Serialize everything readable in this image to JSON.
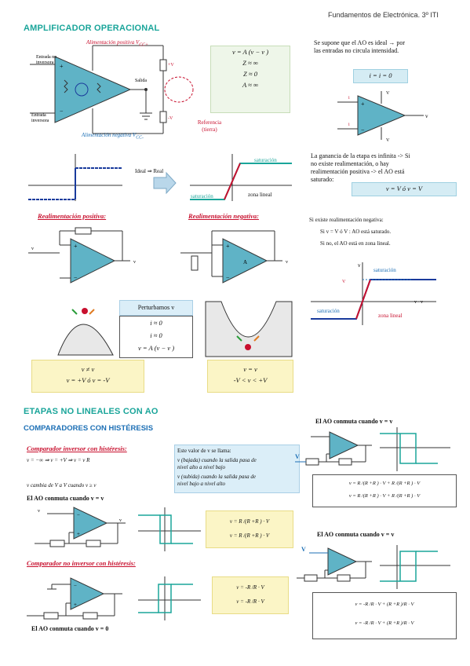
{
  "header": {
    "course": "Fundamentos de Electrónica. 3º ITI"
  },
  "section1": {
    "title": "AMPLIFICADOR OPERACIONAL",
    "opamp_labels": {
      "pos_supply": "Alimentación positiva V",
      "pos_supply_sub": "CC+",
      "neg_supply": "Alimentación negativa V",
      "neg_supply_sub": "CC-",
      "in_plus": "Entrada no inversora",
      "in_minus": "Entrada inversora",
      "output": "Salida",
      "reference": "Referencia (tierra)",
      "zin": "Z",
      "zout": "Z",
      "gain": "A",
      "vplus": "v",
      "vminus": "v",
      "vo": "v"
    },
    "ideal_eqs": [
      "v  = A  (v  − v )",
      "Z    ≈ ∞",
      "Z     ≈ 0",
      "A  ≈ ∞"
    ],
    "ideal_text": [
      "Se supone que el AO es ideal → por",
      "las entradas no circula intensidad."
    ],
    "ideal_currents": "i  = i  = 0",
    "gain_text": [
      "La ganancia de la etapa es infinita -> Si",
      "no existe realimentación, o hay",
      "realimentación positiva -> el AO está",
      "saturado:"
    ],
    "saturation_eq": "v  = V      ó  v  = V",
    "ideal_real_label": "Ideal ⇒ Real",
    "saturation_label": "saturación",
    "linear_label": "zona lineal",
    "pos_feedback": "Realimentación positiva:",
    "neg_feedback": "Realimentación negativa:",
    "neg_fb_text": [
      "Si existe realimentación negativa:",
      "Si v  = V    ó V    : AO está saturado.",
      "Si no, el AO está en zona lineal."
    ],
    "perturb_title": "Perturbamos v",
    "perturb_eqs": [
      "i ≈ 0",
      "i ≈ 0",
      "v     = A (v  − v )"
    ],
    "left_cond": [
      "v  ≠ v",
      "v     = +V    ó v     = -V"
    ],
    "right_cond": [
      "v  = v",
      "-V    < v     < +V"
    ],
    "graph_labels": {
      "vo": "v",
      "vcc_plus": "V",
      "vcc_minus": "V",
      "axis_x": "v  - v",
      "zona_lineal": "zona lineal",
      "vminus_vplus": "v  - v"
    }
  },
  "section2": {
    "title": "ETAPAS NO LINEALES CON AO",
    "subtitle": "COMPARADORES CON HISTÉRESIS",
    "inv_title": "Comparador inversor con histéresis:",
    "inv_eq1": "v  = −∞ ⇒ v  = +V    ⇒ v  = v      R",
    "inv_eq2": "v  cambia de V    a V    cuando v  ≥ v",
    "inv_switch": "El AO conmuta cuando v  = v",
    "noninv_title": "Comparador no inversor con histéresis:",
    "noninv_switch": "El AO conmuta cuando v  = 0",
    "threshold_note": [
      "Este valor de v  se llama:",
      "v  (bajada) cuando la salida pasa de",
      "nivel alto a nivel bajo",
      "v  (subida) cuando la salida pasa de",
      "nivel bajo a nivel alto"
    ],
    "inv_thresholds": [
      "v  = R /(R +R ) · V",
      "v  = R /(R +R ) · V"
    ],
    "noninv_thresholds": [
      "v  = -R /R  · V",
      "v  = -R /R  · V"
    ],
    "right_top_switch": "El AO conmuta cuando v  = v",
    "right_top_eqs": [
      "v  = R /(R +R ) · V    + R /(R +R ) · V",
      "v  = R /(R +R ) · V    + R /(R +R ) · V"
    ],
    "right_bottom_switch": "El AO conmuta cuando v  = v",
    "right_bottom_eqs": [
      "v  = -R /R  · V    + (R +R )/R  · V",
      "v  = -R /R  · V    + (R +R )/R  · V"
    ],
    "labels": {
      "vi": "v",
      "vo": "v",
      "vr": "V",
      "r1": "R",
      "r2": "R",
      "vb": "v",
      "vs": "v",
      "vccp": "V",
      "vccm": "V"
    }
  },
  "colors": {
    "green_title": "#1aa59a",
    "blue_sub": "#1c6fb5",
    "red": "#c8102e",
    "opamp_fill": "#5fb3c6",
    "teal_curve": "#1aa59a",
    "arrow_fill": "#b9d7ea"
  }
}
